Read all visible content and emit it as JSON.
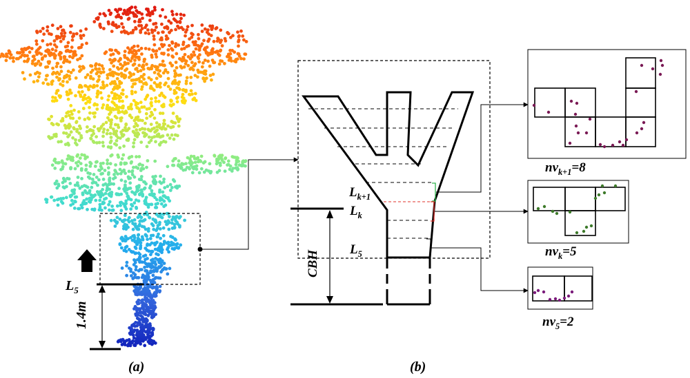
{
  "panel_a": {
    "caption": "(a)",
    "label_L5": {
      "base": "L",
      "sub": "5"
    },
    "height_label": "1.4m"
  },
  "panel_b": {
    "caption": "(b)",
    "label_Lk1": {
      "base": "L",
      "sub": "k+1"
    },
    "label_Lk": {
      "base": "L",
      "sub": "k"
    },
    "label_L5": {
      "base": "L",
      "sub": "5"
    },
    "cbh_label": "CBH"
  },
  "grids": {
    "top": {
      "label": "nv",
      "sub": "k+1",
      "value": "=8"
    },
    "mid": {
      "label": "nv",
      "sub": "k",
      "value": "=5"
    },
    "bottom": {
      "label": "nv",
      "sub": "5",
      "value": "=2"
    }
  },
  "colors": {
    "line": "#000000",
    "bracket_green": "#2db34a",
    "bracket_red": "#e0302a",
    "dot_top": "#7a1a55",
    "dot_mid": "#3d7a2a",
    "dot_bottom": "#7a1a7a",
    "cloud_gradient": [
      "#dd1111",
      "#ff7711",
      "#ffdd11",
      "#99ee77",
      "#44ddcc",
      "#22aaee",
      "#3366dd",
      "#1122bb"
    ]
  }
}
